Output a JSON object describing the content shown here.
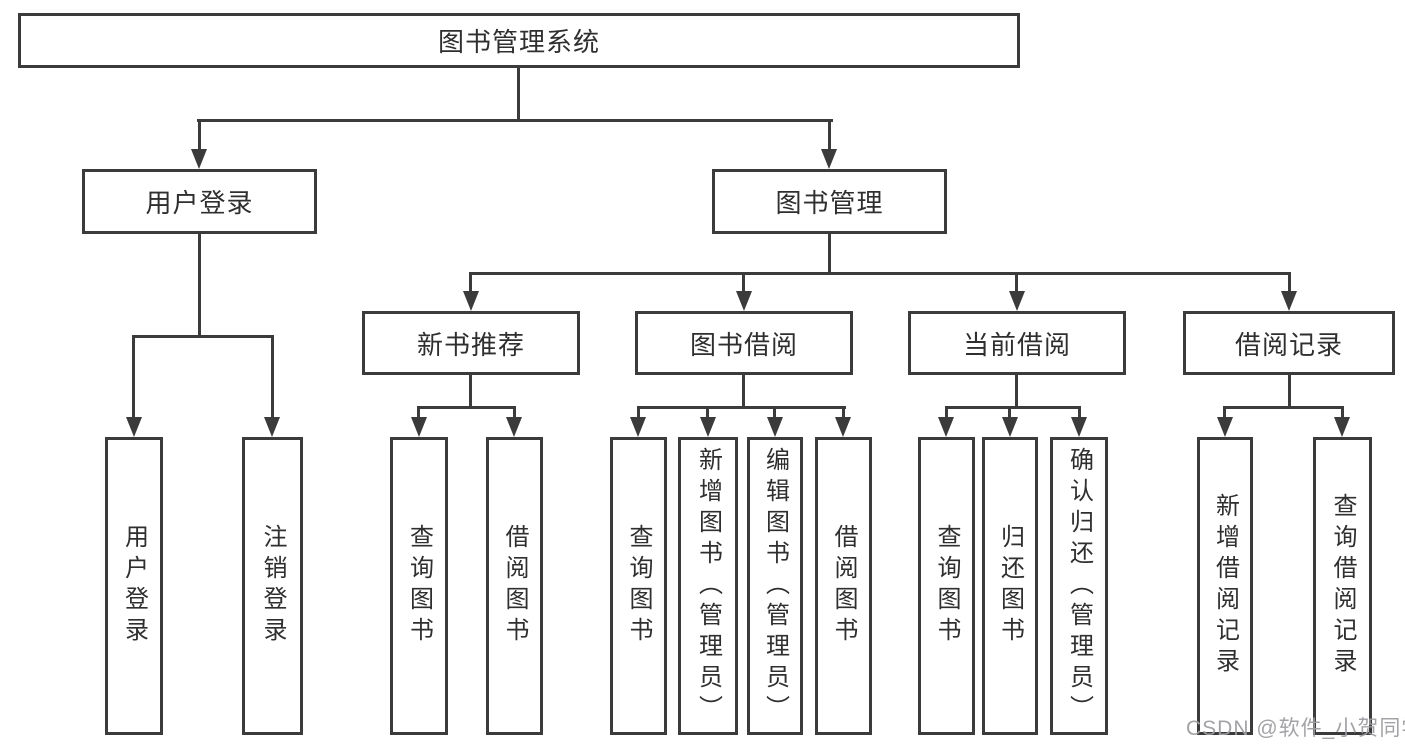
{
  "diagram": {
    "title": "图书管理系统",
    "watermark": "CSDN @软件_小贺同学",
    "colors": {
      "background": "#ffffff",
      "line": "#3b3b3b",
      "box_border": "#3b3b3b",
      "text": "#2f2f2f",
      "watermark": "#9e9ea2"
    },
    "tree": {
      "label": "图书管理系统",
      "children": [
        {
          "label": "用户登录",
          "children": [
            {
              "label": "用户登录"
            },
            {
              "label": "注销登录"
            }
          ]
        },
        {
          "label": "图书管理",
          "children": [
            {
              "label": "新书推荐",
              "children": [
                {
                  "label": "查询图书"
                },
                {
                  "label": "借阅图书"
                }
              ]
            },
            {
              "label": "图书借阅",
              "children": [
                {
                  "label": "查询图书"
                },
                {
                  "label": "新增图书（管理员）"
                },
                {
                  "label": "编辑图书（管理员）"
                },
                {
                  "label": "借阅图书"
                }
              ]
            },
            {
              "label": "当前借阅",
              "children": [
                {
                  "label": "查询图书"
                },
                {
                  "label": "归还图书"
                },
                {
                  "label": "确认归还（管理员）"
                }
              ]
            },
            {
              "label": "借阅记录",
              "children": [
                {
                  "label": "新增借阅记录"
                },
                {
                  "label": "查询借阅记录"
                }
              ]
            }
          ]
        }
      ]
    }
  }
}
